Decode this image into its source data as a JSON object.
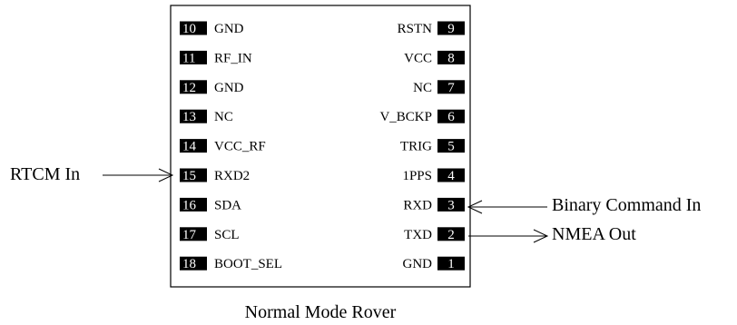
{
  "chip": {
    "left_pins": [
      {
        "number": "10",
        "label": "GND"
      },
      {
        "number": "11",
        "label": "RF_IN"
      },
      {
        "number": "12",
        "label": "GND"
      },
      {
        "number": "13",
        "label": "NC"
      },
      {
        "number": "14",
        "label": "VCC_RF"
      },
      {
        "number": "15",
        "label": "RXD2"
      },
      {
        "number": "16",
        "label": "SDA"
      },
      {
        "number": "17",
        "label": "SCL"
      },
      {
        "number": "18",
        "label": "BOOT_SEL"
      }
    ],
    "right_pins": [
      {
        "number": "9",
        "label": "RSTN"
      },
      {
        "number": "8",
        "label": "VCC"
      },
      {
        "number": "7",
        "label": "NC"
      },
      {
        "number": "6",
        "label": "V_BCKP"
      },
      {
        "number": "5",
        "label": "TRIG"
      },
      {
        "number": "4",
        "label": "1PPS"
      },
      {
        "number": "3",
        "label": "RXD"
      },
      {
        "number": "2",
        "label": "TXD"
      },
      {
        "number": "1",
        "label": "GND"
      }
    ]
  },
  "signals": {
    "rtcm_in": "RTCM In",
    "binary_command_in": "Binary Command In",
    "nmea_out": "NMEA Out"
  },
  "caption": "Normal Mode Rover",
  "colors": {
    "line": "#000000",
    "pin_fill": "#000000",
    "pin_text": "#ffffff",
    "background": "#ffffff"
  }
}
